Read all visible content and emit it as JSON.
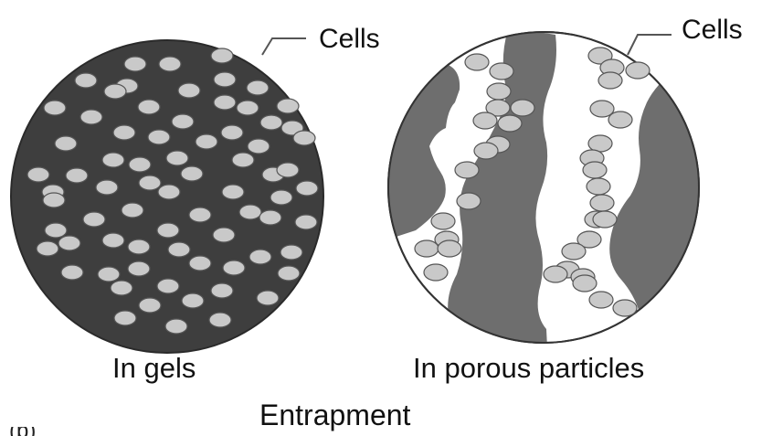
{
  "labels": {
    "cells_left": "Cells",
    "cells_right": "Cells",
    "caption_gels": "In gels",
    "caption_porous": "In porous particles",
    "title": "Entrapment"
  },
  "colors": {
    "gel_fill": "#3e3e3e",
    "particle_fill": "#6e6e6e",
    "cell_fill": "#c9c9c9",
    "cell_stroke": "#555555",
    "outline": "#333333"
  }
}
